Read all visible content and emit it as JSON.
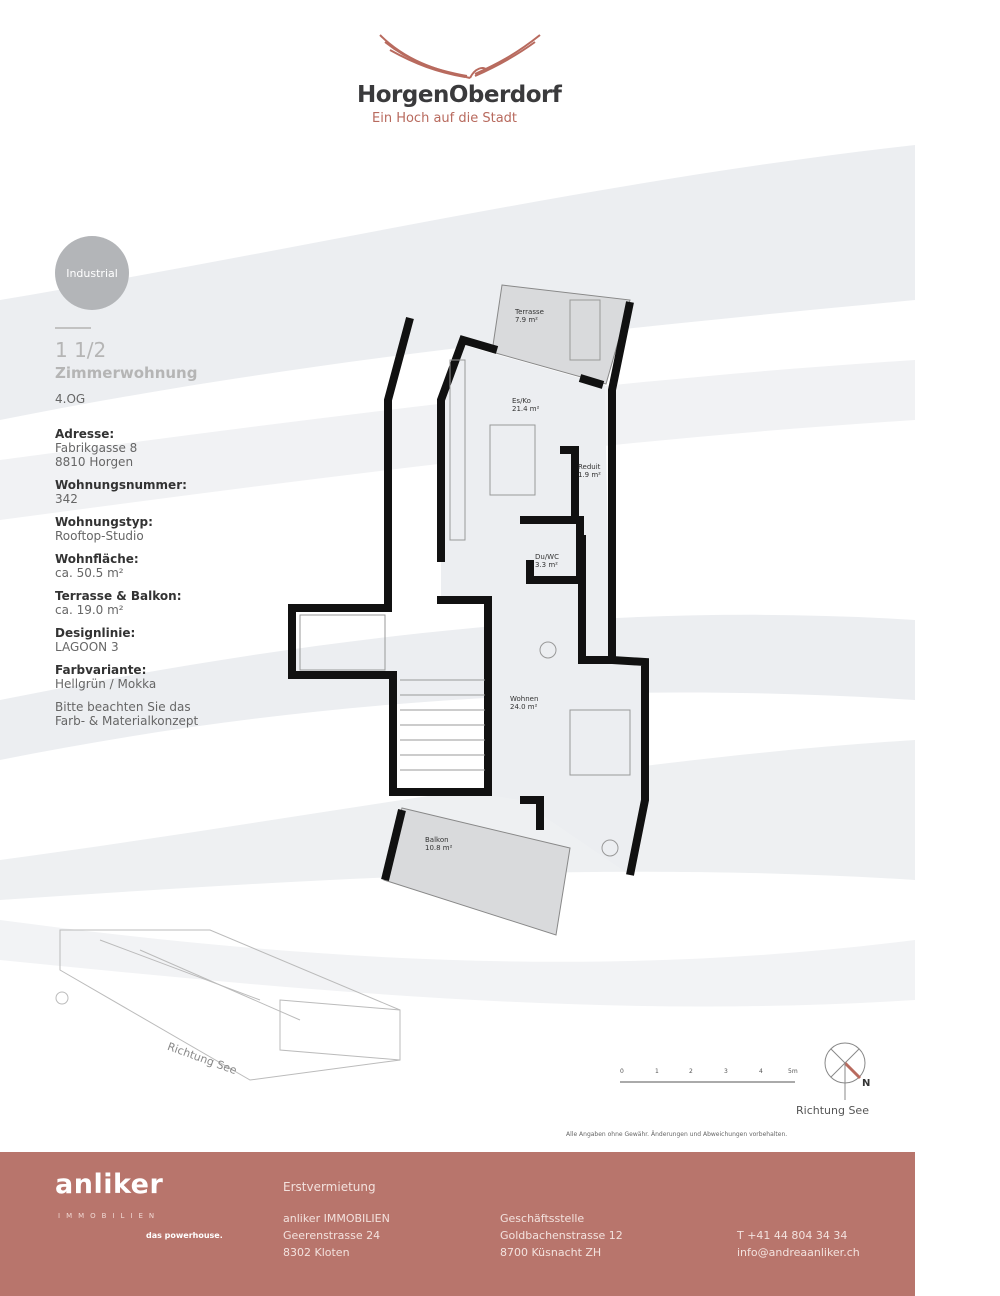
{
  "header": {
    "logo_title": "HorgenOberdorf",
    "logo_tagline": "Ein Hoch auf die Stadt",
    "brand_color": "#b86a5e"
  },
  "listing": {
    "badge": "Industrial",
    "rooms": "1 1/2",
    "type": "Zimmerwohnung",
    "floor": "4.OG",
    "details": [
      {
        "label": "Adresse:",
        "value": "Fabrikgasse 8",
        "value2": "8810 Horgen"
      },
      {
        "label": "Wohnungsnummer:",
        "value": "342"
      },
      {
        "label": "Wohnungstyp:",
        "value": "Rooftop-Studio"
      },
      {
        "label": "Wohnfläche:",
        "value": "ca. 50.5 m²"
      },
      {
        "label": "Terrasse & Balkon:",
        "value": "ca. 19.0 m²"
      },
      {
        "label": "Designlinie:",
        "value": "LAGOON 3"
      },
      {
        "label": "Farbvariante:",
        "value": "Hellgrün / Mokka"
      }
    ],
    "note_line1": "Bitte beachten Sie das",
    "note_line2": "Farb- & Materialkonzept"
  },
  "plan": {
    "rooms": [
      {
        "name": "Terrasse",
        "area": "7.9 m²"
      },
      {
        "name": "Es/Ko",
        "area": "21.4 m²"
      },
      {
        "name": "Reduit",
        "area": "1.9 m²"
      },
      {
        "name": "Du/WC",
        "area": "3.3 m²"
      },
      {
        "name": "Wohnen",
        "area": "24.0 m²"
      },
      {
        "name": "Balkon",
        "area": "10.8 m²"
      }
    ],
    "scale_ticks": [
      "0",
      "1",
      "2",
      "3",
      "4",
      "5m"
    ],
    "north_label": "N",
    "direction_label": "Richtung See",
    "site_direction_label": "Richtung See",
    "disclaimer": "Alle Angaben ohne Gewähr. Änderungen und Abweichungen vorbehalten."
  },
  "footer": {
    "bg_color": "#b8756c",
    "brand": "anliker",
    "brand_sub": "IMMOBILIEN",
    "slogan": "das powerhouse.",
    "heading": "Erstvermietung",
    "office1": [
      "anliker IMMOBILIEN",
      "Geerenstrasse 24",
      "8302 Kloten"
    ],
    "office2": [
      "Geschäftsstelle",
      "Goldbachenstrasse 12",
      "8700 Küsnacht ZH"
    ],
    "phone": "T +41 44 804 34 34",
    "email": "info@andreaanliker.ch"
  }
}
